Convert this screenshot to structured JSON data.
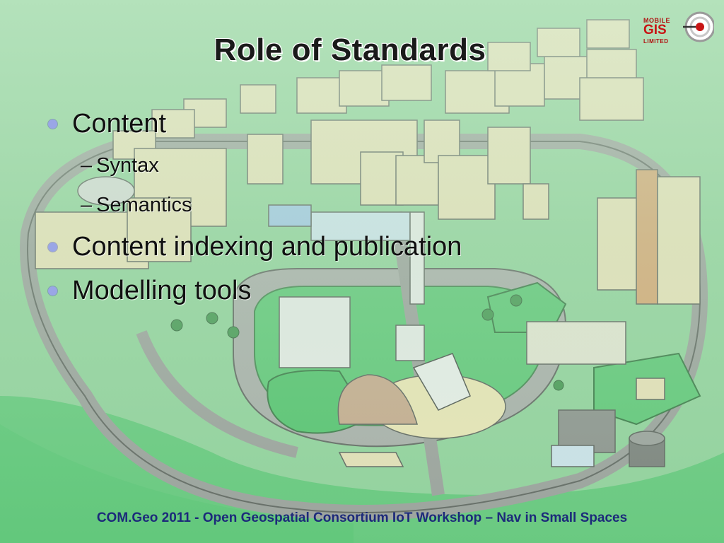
{
  "slide": {
    "title": "Role of Standards",
    "bullets": [
      {
        "text": "Content",
        "sub": [
          {
            "text": "Syntax"
          },
          {
            "text": "Semantics"
          }
        ]
      },
      {
        "text": "Content indexing and publication",
        "sub": []
      },
      {
        "text": "Modelling tools",
        "sub": []
      }
    ],
    "sub_marker": "–",
    "footer": "COM.Geo 2011 -  Open Geospatial Consortium IoT Workshop – Nav in Small Spaces"
  },
  "logo": {
    "line1": "MOBILE",
    "line2": "GIS",
    "line3": "LIMITED",
    "icon": "target-icon"
  },
  "colors": {
    "background": "#9fd6a6",
    "footer_text": "#1c2a7a",
    "bullet_dot": "#9aa6e6",
    "logo_red": "#c81414"
  }
}
